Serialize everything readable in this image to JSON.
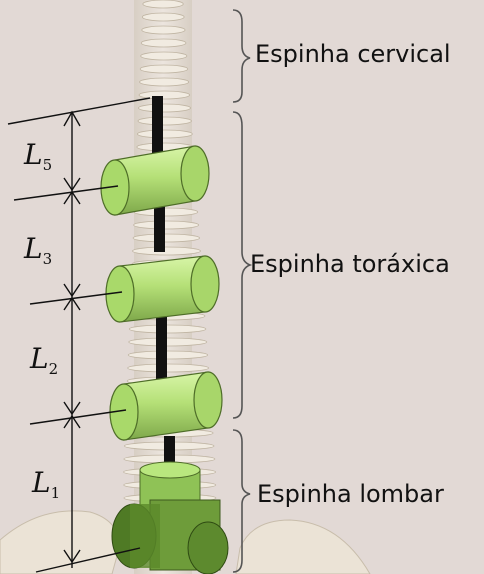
{
  "regions": [
    {
      "id": "cervical",
      "label": "Espinha cervical"
    },
    {
      "id": "thoracic",
      "label": "Espinha toráxica"
    },
    {
      "id": "lumbar",
      "label": "Espinha lombar"
    }
  ],
  "segments": [
    {
      "id": "L5",
      "symbol": "L",
      "subscript": "5"
    },
    {
      "id": "L3",
      "symbol": "L",
      "subscript": "3"
    },
    {
      "id": "L2",
      "symbol": "L",
      "subscript": "2"
    },
    {
      "id": "L1",
      "symbol": "L",
      "subscript": "1"
    }
  ],
  "colors": {
    "background": "#e2d9d5",
    "bone": "#efe8dc",
    "bone_shadow": "#c9bfae",
    "cylinder": "#b7e27a",
    "cylinder_dark": "#6f9a3a",
    "rod": "#111111",
    "line": "#111111"
  }
}
